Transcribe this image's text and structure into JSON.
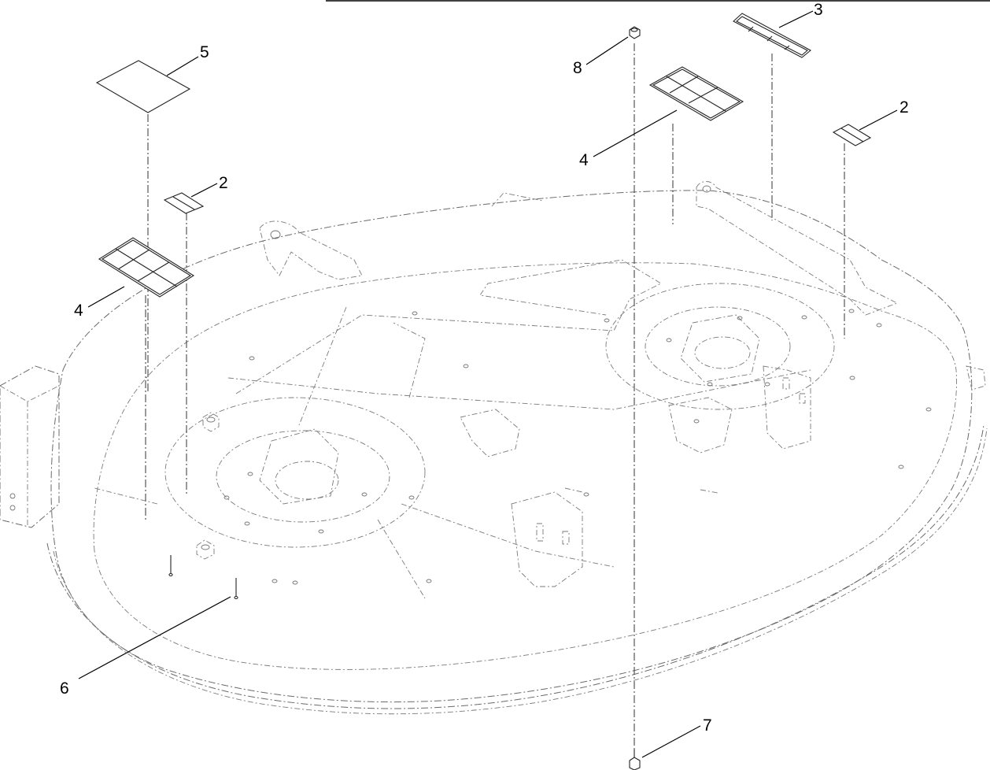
{
  "callouts": [
    {
      "id": "c5",
      "label": "5"
    },
    {
      "id": "c2a",
      "label": "2"
    },
    {
      "id": "c4a",
      "label": "4"
    },
    {
      "id": "c6",
      "label": "6"
    },
    {
      "id": "c8",
      "label": "8"
    },
    {
      "id": "c3",
      "label": "3"
    },
    {
      "id": "c4b",
      "label": "4"
    },
    {
      "id": "c2b",
      "label": "2"
    },
    {
      "id": "c7",
      "label": "7"
    }
  ]
}
